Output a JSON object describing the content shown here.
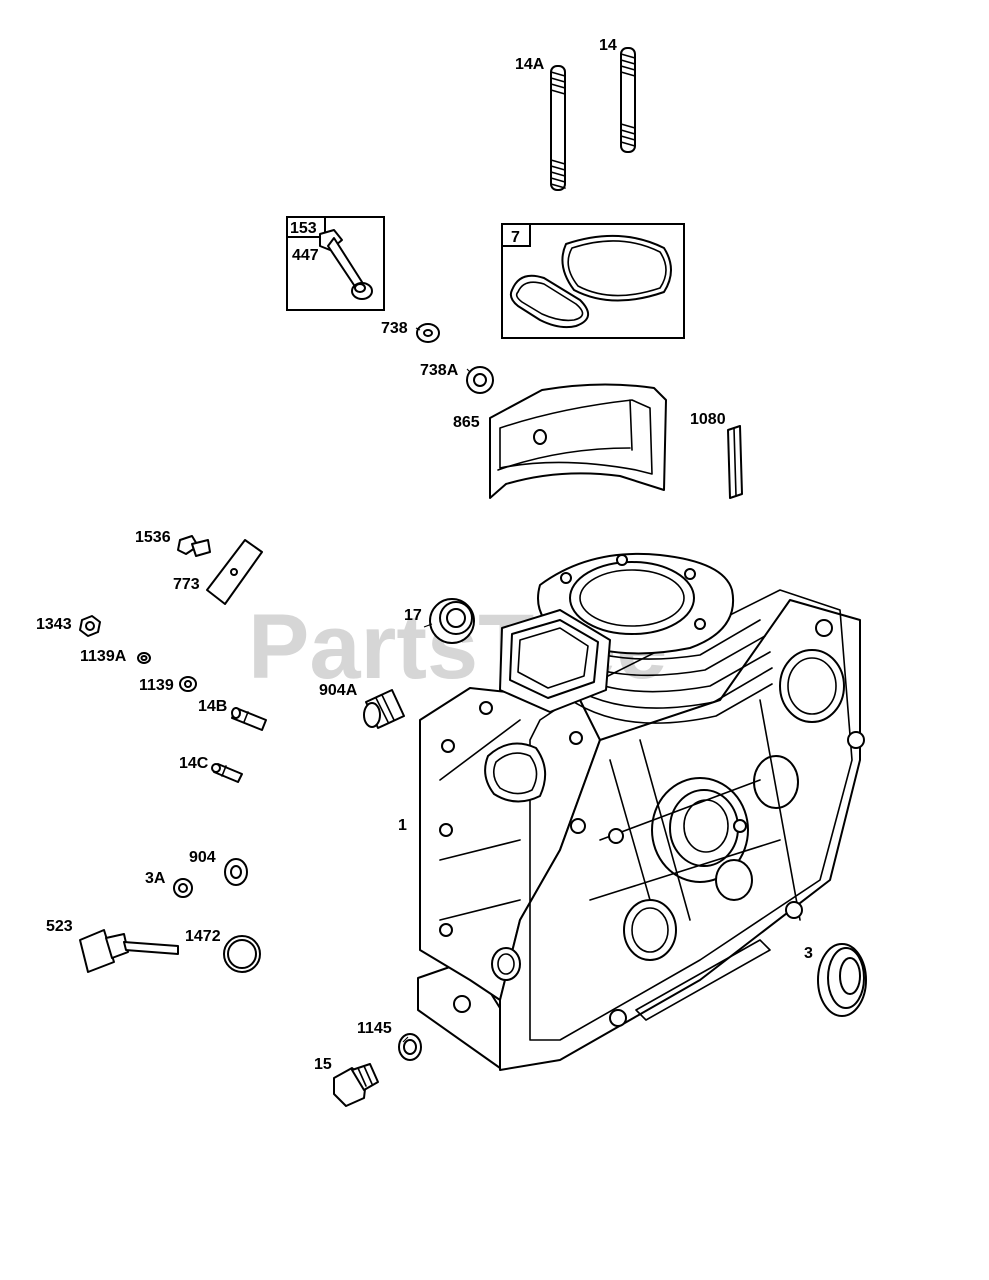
{
  "watermark": "PartsTree",
  "kits": [
    {
      "id": "kit-153",
      "number": "153",
      "contains": [
        "447"
      ]
    },
    {
      "id": "kit-7",
      "number": "7",
      "contains": []
    }
  ],
  "callouts": [
    {
      "key": "p14A",
      "label": "14A"
    },
    {
      "key": "p14",
      "label": "14"
    },
    {
      "key": "p447",
      "label": "447"
    },
    {
      "key": "p738",
      "label": "738"
    },
    {
      "key": "p738A",
      "label": "738A"
    },
    {
      "key": "p865",
      "label": "865"
    },
    {
      "key": "p1080",
      "label": "1080"
    },
    {
      "key": "p1536",
      "label": "1536"
    },
    {
      "key": "p773",
      "label": "773"
    },
    {
      "key": "p1343",
      "label": "1343"
    },
    {
      "key": "p1139A",
      "label": "1139A"
    },
    {
      "key": "p1139",
      "label": "1139"
    },
    {
      "key": "p14B",
      "label": "14B"
    },
    {
      "key": "p14C",
      "label": "14C"
    },
    {
      "key": "p17",
      "label": "17"
    },
    {
      "key": "p904A",
      "label": "904A"
    },
    {
      "key": "p1",
      "label": "1"
    },
    {
      "key": "p904",
      "label": "904"
    },
    {
      "key": "p3A",
      "label": "3A"
    },
    {
      "key": "p523",
      "label": "523"
    },
    {
      "key": "p1472",
      "label": "1472"
    },
    {
      "key": "p3",
      "label": "3"
    },
    {
      "key": "p1145",
      "label": "1145"
    },
    {
      "key": "p15",
      "label": "15"
    }
  ]
}
